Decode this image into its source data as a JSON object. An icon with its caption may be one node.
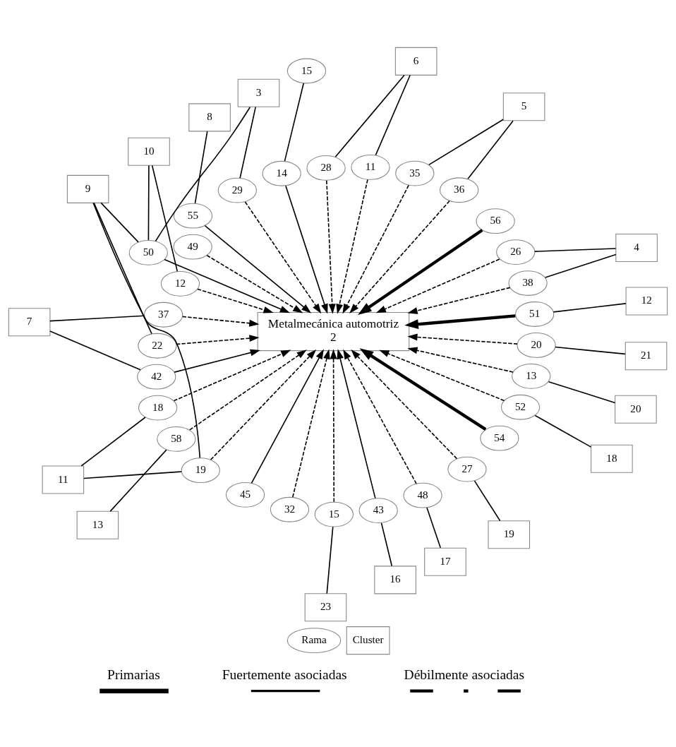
{
  "diagram": {
    "nodes": [
      {
        "text": [
          "12"
        ]
      },
      {
        "text": [
          "4"
        ]
      },
      {
        "text": [
          "5"
        ]
      },
      {
        "text": [
          "6"
        ]
      },
      {
        "text": [
          "15"
        ]
      },
      {
        "text": [
          "51"
        ]
      },
      {
        "text": [
          "38"
        ]
      },
      {
        "text": [
          "26"
        ]
      },
      {
        "text": [
          "56"
        ]
      },
      {
        "text": [
          "36"
        ]
      },
      {
        "text": [
          "35"
        ]
      },
      {
        "text": [
          "11"
        ]
      },
      {
        "text": [
          "28"
        ]
      },
      {
        "text": [
          "14"
        ]
      },
      {
        "text": [
          "29"
        ]
      },
      {
        "text": [
          "55"
        ]
      },
      {
        "text": [
          "8"
        ]
      },
      {
        "text": [
          "3"
        ]
      },
      {
        "text": [
          "50"
        ]
      },
      {
        "text": [
          "49"
        ]
      },
      {
        "text": [
          "10"
        ]
      },
      {
        "text": [
          "12"
        ]
      },
      {
        "text": [
          "Metalmecánica automotriz",
          "2"
        ]
      },
      {
        "text": [
          "37"
        ]
      },
      {
        "text": [
          "7"
        ]
      },
      {
        "text": [
          "9"
        ]
      },
      {
        "text": [
          "22"
        ]
      },
      {
        "text": [
          "42"
        ]
      },
      {
        "text": [
          "18"
        ]
      },
      {
        "text": [
          "58"
        ]
      },
      {
        "text": [
          "13"
        ]
      },
      {
        "text": [
          "11"
        ]
      },
      {
        "text": [
          "19"
        ]
      },
      {
        "text": [
          "45"
        ]
      },
      {
        "text": [
          "32"
        ]
      },
      {
        "text": [
          "15"
        ]
      },
      {
        "text": [
          "23"
        ]
      },
      {
        "text": [
          "43"
        ]
      },
      {
        "text": [
          "48"
        ]
      },
      {
        "text": [
          "27"
        ]
      },
      {
        "text": [
          "54"
        ]
      },
      {
        "text": [
          "52"
        ]
      },
      {
        "text": [
          "13"
        ]
      },
      {
        "text": [
          "20"
        ]
      },
      {
        "text": [
          "16"
        ]
      },
      {
        "text": [
          "17"
        ]
      },
      {
        "text": [
          "19"
        ]
      },
      {
        "text": [
          "18"
        ]
      },
      {
        "text": [
          "20"
        ]
      },
      {
        "text": [
          "21"
        ]
      },
      {
        "text": [
          "Cluster"
        ]
      },
      {
        "text": [
          "Rama"
        ]
      }
    ],
    "edges": [
      {
        "from": 5,
        "to": 22,
        "arrow": "to",
        "style": "thick"
      },
      {
        "from": 8,
        "to": 22,
        "arrow": "to",
        "style": "thick"
      },
      {
        "from": 40,
        "to": 22,
        "arrow": "to",
        "style": "thick"
      },
      {
        "from": 13,
        "to": 22,
        "arrow": "to"
      },
      {
        "from": 18,
        "to": 22,
        "arrow": "to"
      },
      {
        "from": 15,
        "to": 22,
        "arrow": "to"
      },
      {
        "from": 27,
        "to": 22,
        "arrow": "to"
      },
      {
        "from": 33,
        "to": 22,
        "arrow": "to"
      },
      {
        "from": 37,
        "to": 22,
        "arrow": "to"
      },
      {
        "from": 6,
        "to": 22,
        "arrow": "to",
        "style": "dashed"
      },
      {
        "from": 7,
        "to": 22,
        "arrow": "to",
        "style": "dashed"
      },
      {
        "from": 9,
        "to": 22,
        "arrow": "to",
        "style": "dashed"
      },
      {
        "from": 10,
        "to": 22,
        "arrow": "to",
        "style": "dashed"
      },
      {
        "from": 11,
        "to": 22,
        "arrow": "to",
        "style": "dashed"
      },
      {
        "from": 12,
        "to": 22,
        "arrow": "to",
        "style": "dashed"
      },
      {
        "from": 14,
        "to": 22,
        "arrow": "to",
        "style": "dashed"
      },
      {
        "from": 19,
        "to": 22,
        "arrow": "to",
        "style": "dashed"
      },
      {
        "from": 21,
        "to": 22,
        "arrow": "to",
        "style": "dashed"
      },
      {
        "from": 23,
        "to": 22,
        "arrow": "to",
        "style": "dashed"
      },
      {
        "from": 26,
        "to": 22,
        "arrow": "to",
        "style": "dashed"
      },
      {
        "from": 28,
        "to": 22,
        "arrow": "to",
        "style": "dashed"
      },
      {
        "from": 29,
        "to": 22,
        "arrow": "to",
        "style": "dashed"
      },
      {
        "from": 32,
        "to": 22,
        "arrow": "to",
        "style": "dashed"
      },
      {
        "from": 34,
        "to": 22,
        "arrow": "to",
        "style": "dashed"
      },
      {
        "from": 35,
        "to": 22,
        "arrow": "to",
        "style": "dashed"
      },
      {
        "from": 38,
        "to": 22,
        "arrow": "to",
        "style": "dashed"
      },
      {
        "from": 39,
        "to": 22,
        "arrow": "to",
        "style": "dashed"
      },
      {
        "from": 41,
        "to": 22,
        "arrow": "to",
        "style": "dashed"
      },
      {
        "from": 42,
        "to": 22,
        "arrow": "to",
        "style": "dashed"
      },
      {
        "from": 43,
        "to": 22,
        "arrow": "to",
        "style": "dashed"
      },
      {
        "from": 0,
        "to": 5,
        "arrow": "none"
      },
      {
        "from": 1,
        "to": 6,
        "arrow": "none"
      },
      {
        "from": 1,
        "to": 7,
        "arrow": "none"
      },
      {
        "from": 2,
        "to": 9,
        "arrow": "none"
      },
      {
        "from": 2,
        "to": 10,
        "arrow": "none"
      },
      {
        "from": 3,
        "to": 11,
        "arrow": "none"
      },
      {
        "from": 3,
        "to": 12,
        "arrow": "none"
      },
      {
        "from": 4,
        "to": 13,
        "arrow": "none"
      },
      {
        "from": 17,
        "to": 14,
        "arrow": "none"
      },
      {
        "from": 17,
        "to": 18,
        "arrow": "none"
      },
      {
        "from": 16,
        "to": 15,
        "arrow": "none"
      },
      {
        "from": 20,
        "to": 18,
        "arrow": "none"
      },
      {
        "from": 20,
        "to": 21,
        "arrow": "none"
      },
      {
        "from": 25,
        "to": 18,
        "arrow": "none"
      },
      {
        "from": 25,
        "to": 26,
        "arrow": "none"
      },
      {
        "from": 25,
        "to": 32,
        "arrow": "none"
      },
      {
        "from": 24,
        "to": 23,
        "arrow": "none"
      },
      {
        "from": 24,
        "to": 27,
        "arrow": "none"
      },
      {
        "from": 31,
        "to": 28,
        "arrow": "none"
      },
      {
        "from": 31,
        "to": 32,
        "arrow": "none"
      },
      {
        "from": 30,
        "to": 29,
        "arrow": "none"
      },
      {
        "from": 36,
        "to": 35,
        "arrow": "none"
      },
      {
        "from": 44,
        "to": 37,
        "arrow": "none"
      },
      {
        "from": 45,
        "to": 38,
        "arrow": "none"
      },
      {
        "from": 46,
        "to": 39,
        "arrow": "none"
      },
      {
        "from": 47,
        "to": 41,
        "arrow": "none"
      },
      {
        "from": 48,
        "to": 42,
        "arrow": "none"
      },
      {
        "from": 49,
        "to": 43,
        "arrow": "none"
      }
    ],
    "legend": [
      {
        "text": "Primarias"
      },
      {
        "text": "Fuertemente asociadas"
      },
      {
        "text": "Débilmente asociadas"
      }
    ]
  }
}
